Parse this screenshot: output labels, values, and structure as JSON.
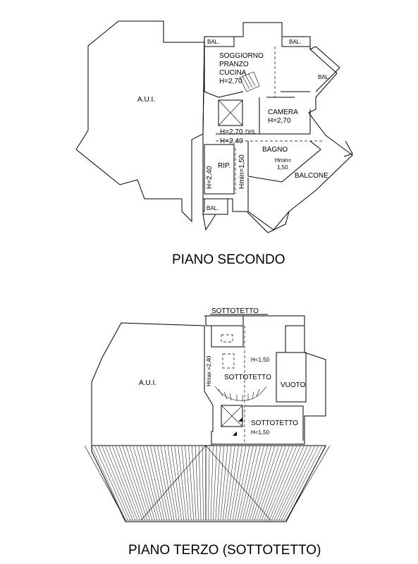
{
  "plan_second": {
    "title": "PIANO SECONDO",
    "labels": {
      "aui": "A.U.I.",
      "bal_top_left": "BAL.",
      "bal_top_right": "BAL.",
      "bal_right": "BAL.",
      "bal_bottom": "BAL.",
      "living_1": "SOGGIORNO",
      "living_2": "PRANZO",
      "living_3": "CUCINA",
      "living_h": "H=2,70",
      "camera": "CAMERA",
      "camera_h": "H=2,70",
      "dis_h1": "H=2,70",
      "dis": "DIS.",
      "dis_h2": "H=2,40",
      "bagno": "BAGNO",
      "bagno_hmin_1": "Hmin=",
      "bagno_hmin_2": "1,50",
      "balcone": "BALCONE",
      "rip": "RIP.",
      "rip_h": "H=2,40",
      "hmin_vert": "Hmin=1,50"
    }
  },
  "plan_third": {
    "title": "PIANO TERZO (SOTTOTETTO)",
    "labels": {
      "sottotetto_top": "SOTTOTETTO",
      "aui": "A.U.I.",
      "hmax": "Hmax =2,40",
      "h_lt_1": "H<1,50",
      "sottotetto_mid": "SOTTOTETTO",
      "vuoto": "VUOTO",
      "sottotetto_low": "SOTTOTETTO",
      "h_lt_2": "H<1,50"
    }
  }
}
